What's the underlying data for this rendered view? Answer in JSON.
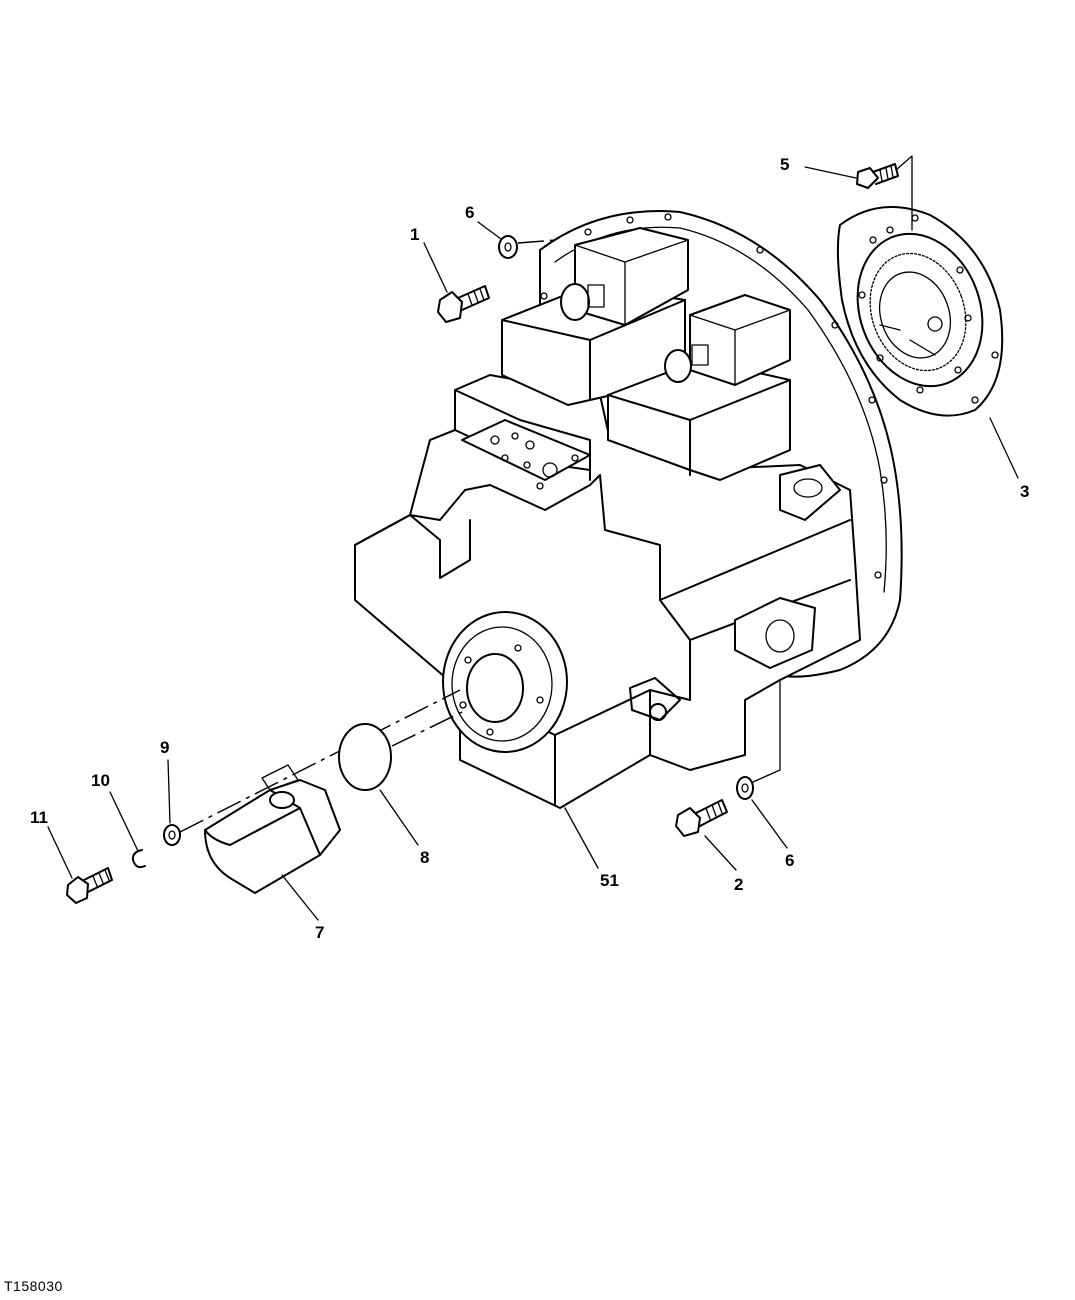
{
  "figure_id": "T158030",
  "callouts": [
    {
      "label": "1"
    },
    {
      "label": "6"
    },
    {
      "label": "5"
    },
    {
      "label": "3"
    },
    {
      "label": "9"
    },
    {
      "label": "10"
    },
    {
      "label": "11"
    },
    {
      "label": "7"
    },
    {
      "label": "8"
    },
    {
      "label": "51"
    },
    {
      "label": "2"
    },
    {
      "label": "6"
    }
  ]
}
